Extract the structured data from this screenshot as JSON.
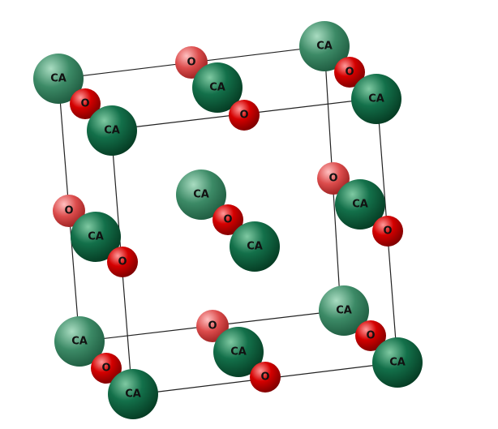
{
  "diagram": {
    "type": "crystal-unit-cell",
    "colors": {
      "ca_front": "#0b5a36",
      "ca_back": "#2f7d5a",
      "ca_highlight": "#9fd5b8",
      "o_front": "#c30000",
      "o_back": "#d64848",
      "o_highlight": "#ffb0b0",
      "edge": "#222222",
      "background": "#ffffff"
    },
    "labels": {
      "ca": "CA",
      "o": "O"
    }
  }
}
